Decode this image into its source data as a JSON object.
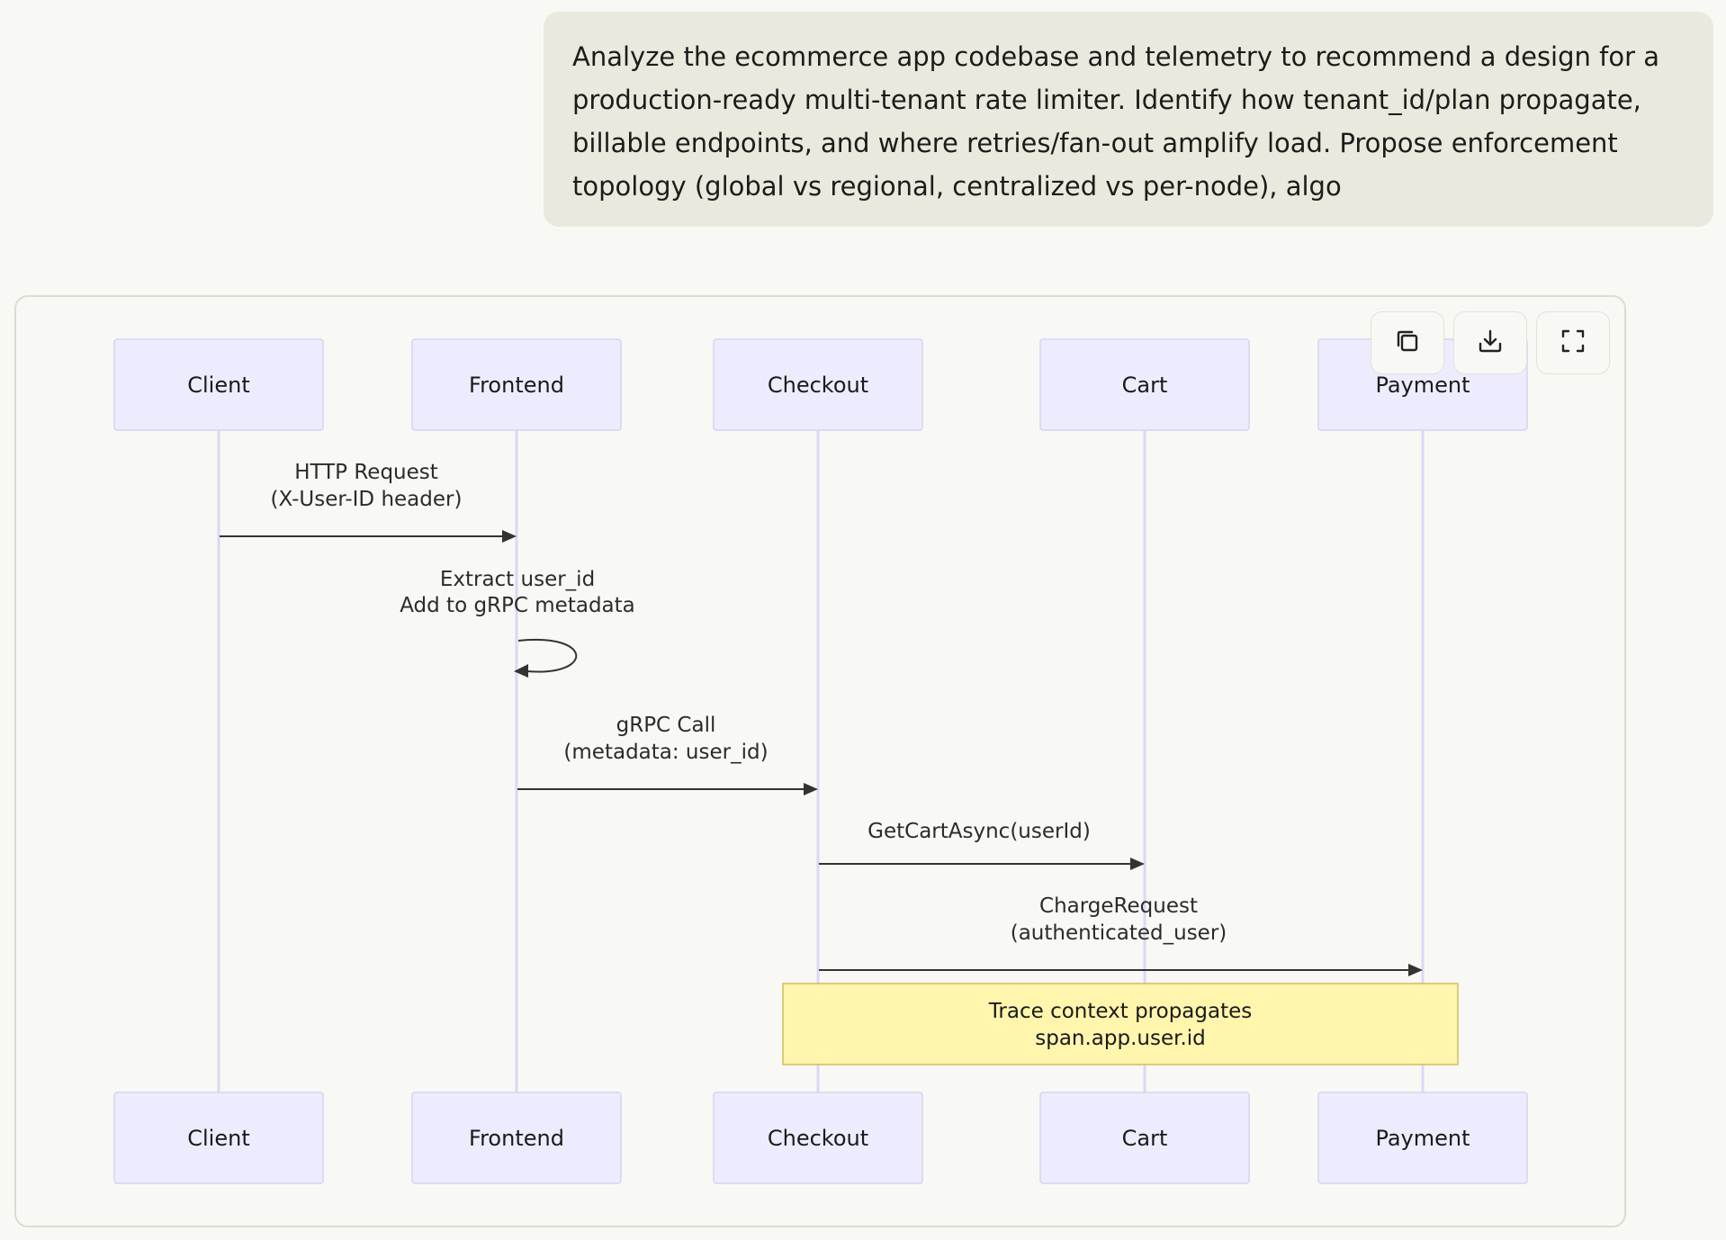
{
  "user_message": {
    "lines": [
      "Analyze the ecommerce app codebase and telemetry to recommend a design for a",
      "production-ready multi-tenant rate limiter. Identify how tenant_id/plan propagate,",
      "billable endpoints, and where retries/fan-out amplify load. Propose enforcement",
      "topology (global vs regional, centralized vs per-node), algo"
    ]
  },
  "toolbar": {
    "copy_icon": "copy-icon",
    "download_icon": "download-icon",
    "fullscreen_icon": "fullscreen-icon"
  },
  "diagram": {
    "type": "sequence",
    "actors": [
      "Client",
      "Frontend",
      "Checkout",
      "Cart",
      "Payment"
    ],
    "messages": [
      {
        "from": "Client",
        "to": "Frontend",
        "lines": [
          "HTTP Request",
          "(X-User-ID header)"
        ]
      },
      {
        "from": "Frontend",
        "to": "Frontend",
        "lines": [
          "Extract user_id",
          "Add to gRPC metadata"
        ]
      },
      {
        "from": "Frontend",
        "to": "Checkout",
        "lines": [
          "gRPC Call",
          "(metadata: user_id)"
        ]
      },
      {
        "from": "Checkout",
        "to": "Cart",
        "lines": [
          "GetCartAsync(userId)"
        ]
      },
      {
        "from": "Checkout",
        "to": "Payment",
        "lines": [
          "ChargeRequest",
          "(authenticated_user)"
        ]
      }
    ],
    "note": {
      "over": [
        "Checkout",
        "Payment"
      ],
      "lines": [
        "Trace context propagates",
        "span.app.user.id"
      ]
    },
    "colors": {
      "actor_fill": "#ececfe",
      "actor_border": "#d6d3f2",
      "lifeline": "#dcd7f5",
      "note_fill": "#fff5ad",
      "note_border": "#c8c25a",
      "user_bubble": "#ebe8dd",
      "background": "#f8f8f5"
    }
  }
}
